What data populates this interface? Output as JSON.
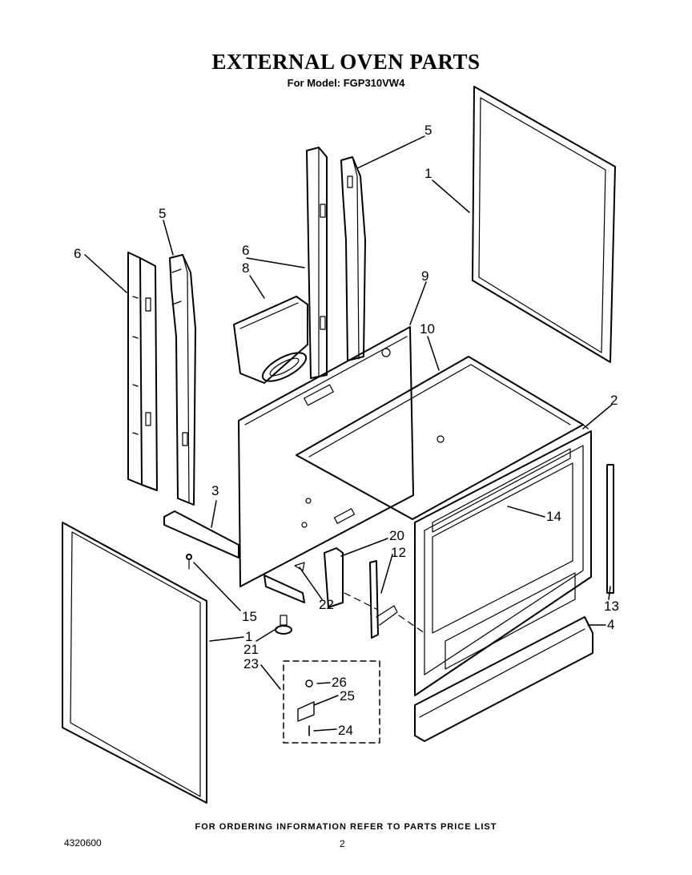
{
  "header": {
    "title": "EXTERNAL OVEN PARTS",
    "subtitle": "For Model: FGP310VW4"
  },
  "footer": {
    "ordering_note": "FOR ORDERING INFORMATION REFER TO PARTS PRICE LIST",
    "document_number": "4320600",
    "page_number": "2"
  },
  "callouts": {
    "c1_top": "1",
    "c1_bottom": "1",
    "c2": "2",
    "c3": "3",
    "c4": "4",
    "c5_top": "5",
    "c5_left": "5",
    "c6_left": "6",
    "c6_mid": "6",
    "c8": "8",
    "c9": "9",
    "c10": "10",
    "c12": "12",
    "c13": "13",
    "c14": "14",
    "c15": "15",
    "c20": "20",
    "c21": "21",
    "c22": "22",
    "c23": "23",
    "c24": "24",
    "c25": "25",
    "c26": "26"
  }
}
